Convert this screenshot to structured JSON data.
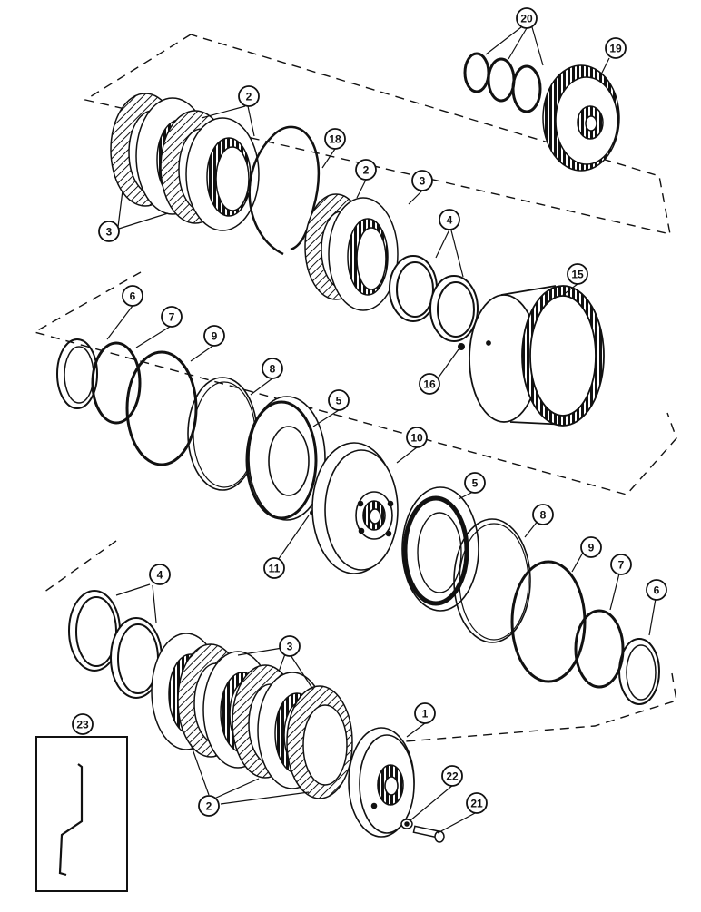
{
  "callouts": {
    "c1": "1",
    "c2a": "2",
    "c2b": "2",
    "c2c": "2",
    "c3a": "3",
    "c3b": "3",
    "c3c": "3",
    "c4a": "4",
    "c4b": "4",
    "c5a": "5",
    "c5b": "5",
    "c6a": "6",
    "c6b": "6",
    "c7a": "7",
    "c7b": "7",
    "c8a": "8",
    "c8b": "8",
    "c9a": "9",
    "c9b": "9",
    "c10": "10",
    "c11": "11",
    "c15": "15",
    "c16": "16",
    "c18": "18",
    "c19": "19",
    "c20": "20",
    "c21": "21",
    "c22": "22",
    "c23": "23"
  },
  "colors": {
    "ink": "#111111",
    "paper": "#ffffff",
    "friction": "#1a1a1a"
  }
}
